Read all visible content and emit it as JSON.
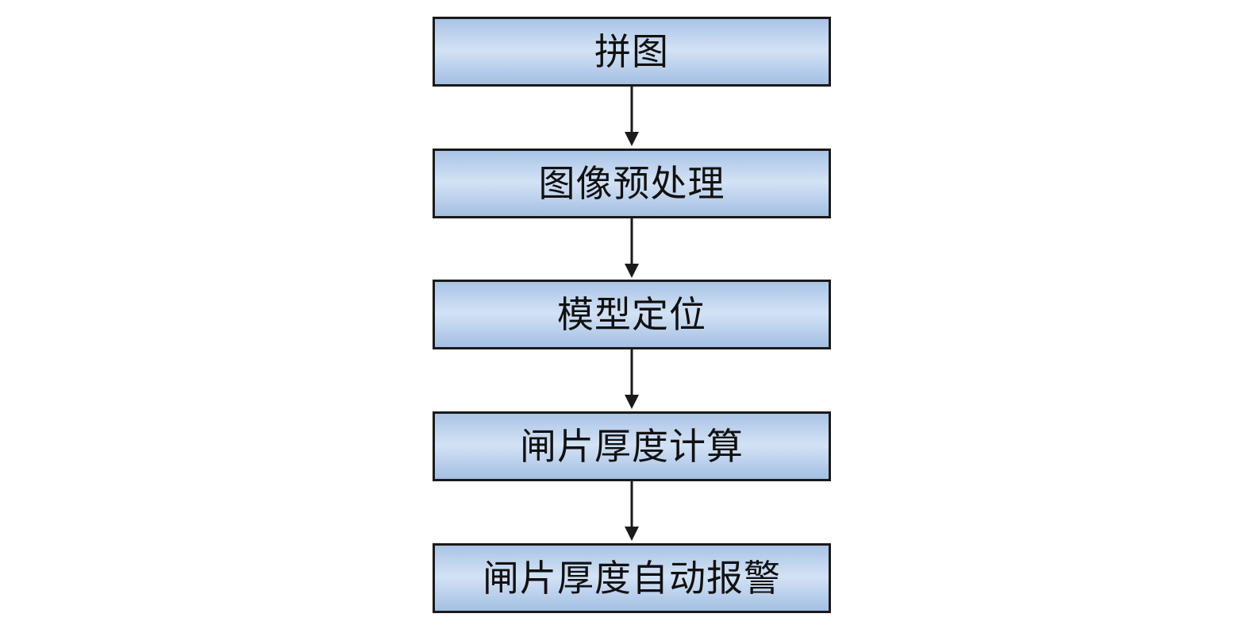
{
  "flowchart": {
    "steps": [
      {
        "label": "拼图"
      },
      {
        "label": "图像预处理"
      },
      {
        "label": "模型定位"
      },
      {
        "label": "闸片厚度计算"
      },
      {
        "label": "闸片厚度自动报警"
      }
    ],
    "colors": {
      "box_fill_top": "#a9c4e6",
      "box_fill_mid": "#d3e2f5",
      "box_border": "#1a1a1a",
      "arrow": "#1a1a1a",
      "text": "#111111"
    }
  }
}
